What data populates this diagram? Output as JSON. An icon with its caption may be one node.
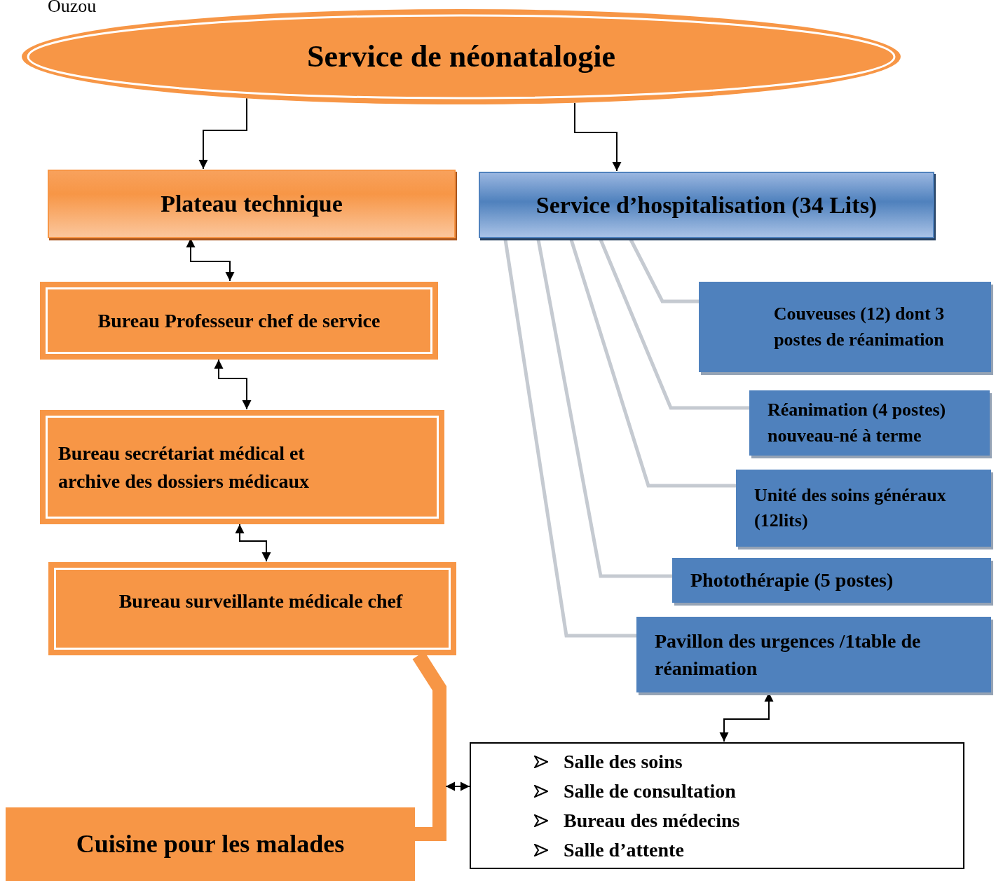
{
  "diagram": {
    "nodes": [
      {
        "text": [
          "Service de néonatalogie"
        ]
      },
      {
        "text": [
          "Plateau technique"
        ]
      },
      {
        "text": [
          "Service d’hospitalisation (34 Lits)"
        ]
      },
      {
        "text": [
          "Bureau Professeur chef de service"
        ]
      },
      {
        "text": [
          "Bureau secrétariat médical et archive des dossiers médicaux"
        ]
      },
      {
        "text": [
          "Bureau surveillante médicale chef"
        ]
      },
      {
        "text": [
          "Couveuses (12) dont 3 postes de réanimation"
        ]
      },
      {
        "text": [
          "Réanimation (4 postes) nouveau-né à terme"
        ]
      },
      {
        "text": [
          "Unité des soins généraux (12lits)"
        ]
      },
      {
        "text": [
          "Photothérapie (5 postes)"
        ]
      },
      {
        "text": [
          "Pavillon des urgences /1table de réanimation"
        ]
      },
      {
        "text": [
          "Salle des soins",
          "Salle de consultation",
          "Bureau des médecins",
          "Salle d’attente"
        ]
      },
      {
        "text": [
          "Cuisine pour les malades"
        ]
      }
    ],
    "edges": [
      {
        "from": 0,
        "to": 1,
        "arrow": "to"
      },
      {
        "from": 0,
        "to": 2,
        "arrow": "to"
      },
      {
        "from": 1,
        "to": 3,
        "arrow": "both"
      },
      {
        "from": 3,
        "to": 4,
        "arrow": "both"
      },
      {
        "from": 4,
        "to": 5,
        "arrow": "both"
      },
      {
        "from": 2,
        "to": 6,
        "arrow": "none",
        "style": "thick",
        "color": "#c5cad1"
      },
      {
        "from": 2,
        "to": 7,
        "arrow": "none",
        "style": "thick",
        "color": "#c5cad1"
      },
      {
        "from": 2,
        "to": 8,
        "arrow": "none",
        "style": "thick",
        "color": "#c5cad1"
      },
      {
        "from": 2,
        "to": 9,
        "arrow": "none",
        "style": "thick",
        "color": "#c5cad1"
      },
      {
        "from": 2,
        "to": 10,
        "arrow": "none",
        "style": "thick",
        "color": "#c5cad1"
      },
      {
        "from": 10,
        "to": 11,
        "arrow": "both"
      },
      {
        "from": 5,
        "to": 12,
        "arrow": "none",
        "style": "thick",
        "color": "#f79646"
      },
      {
        "from": null,
        "to": 11,
        "arrow": "both"
      }
    ],
    "labels": [
      "Ouzou"
    ]
  }
}
